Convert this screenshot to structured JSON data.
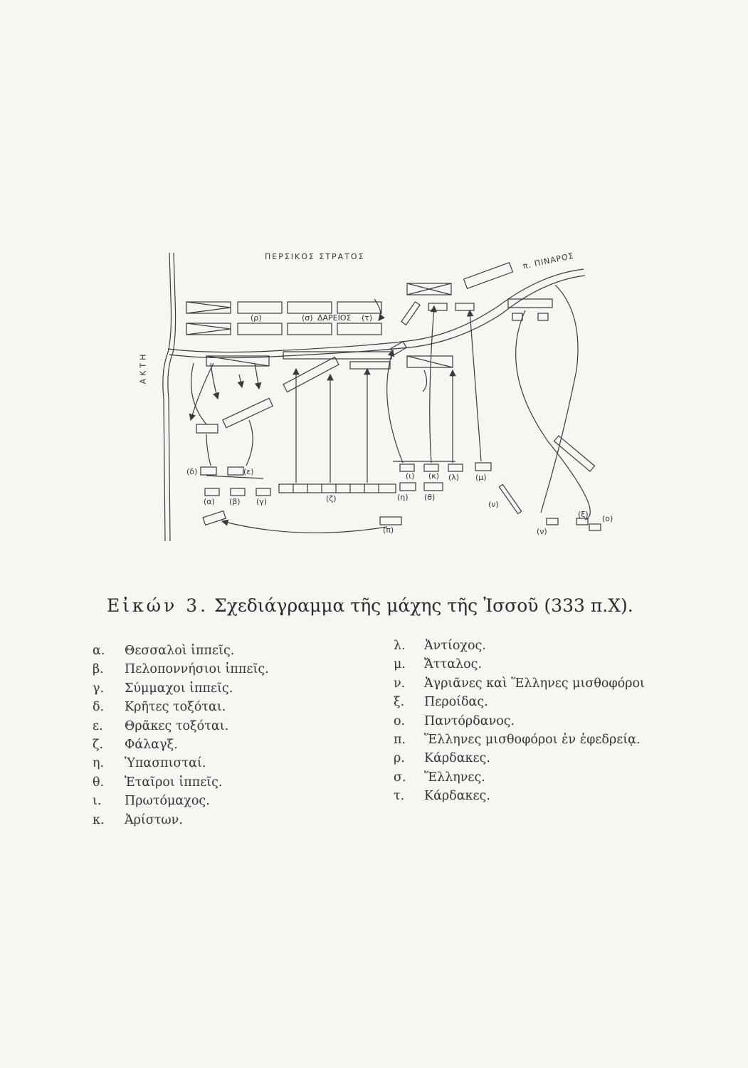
{
  "map": {
    "labels": {
      "persian_army": "ΠΕΡΣΙΚΟΣ ΣΤΡΑΤΟΣ",
      "river": "π. ΠΙΝΑΡΟΣ",
      "coast": "ΑΚΤΗ",
      "sigma": "(σ)",
      "darius": "ΔΑΡΕΙΟΣ",
      "tau": "(τ)",
      "rho": "(ρ)",
      "delta": "(δ)",
      "epsilon": "(ε)",
      "alpha": "(α)",
      "beta": "(β)",
      "gamma": "(γ)",
      "zeta": "(ζ)",
      "eta": "(η)",
      "theta": "(θ)",
      "iota": "(ι)",
      "kappa": "(κ)",
      "lambda": "(λ)",
      "mu": "(μ)",
      "nu1": "(ν)",
      "nu2": "(ν)",
      "xi": "(ξ)",
      "omicron": "(ο)",
      "pi": "(π)"
    }
  },
  "caption": {
    "prefix": "Εἰκών 3.",
    "text": "Σχεδιάγραμμα τῆς μάχης τῆς Ἰσσοῦ (333 π.Χ)."
  },
  "legend_left": [
    {
      "key": "α.",
      "value": "Θεσσαλοὶ ἱππεῖς."
    },
    {
      "key": "β.",
      "value": "Πελοποννήσιοι ἱππεῖς."
    },
    {
      "key": "γ.",
      "value": "Σύμμαχοι ἱππεῖς."
    },
    {
      "key": "δ.",
      "value": "Κρῆτες τοξόται."
    },
    {
      "key": "ε.",
      "value": "Θρᾶκες τοξόται."
    },
    {
      "key": "ζ.",
      "value": "Φάλαγξ."
    },
    {
      "key": "η.",
      "value": "Ὑπασπισταί."
    },
    {
      "key": "θ.",
      "value": "Ἑταῖροι ἱππεῖς."
    },
    {
      "key": "ι.",
      "value": "Πρωτόμαχος."
    },
    {
      "key": "κ.",
      "value": "Ἀρίστων."
    }
  ],
  "legend_right": [
    {
      "key": "λ.",
      "value": "Ἀντίοχος."
    },
    {
      "key": "μ.",
      "value": "Ἄτταλος."
    },
    {
      "key": "ν.",
      "value": "Ἀγριᾶνες καὶ Ἕλληνες μισθοφόροι"
    },
    {
      "key": "ξ.",
      "value": "Περοίδας."
    },
    {
      "key": "ο.",
      "value": "Παντόρδανος."
    },
    {
      "key": "π.",
      "value": "Ἕλληνες μισθοφόροι ἐν ἐφεδρείᾳ."
    },
    {
      "key": "ρ.",
      "value": "Κάρδακες."
    },
    {
      "key": "σ.",
      "value": "Ἕλληνες."
    },
    {
      "key": "τ.",
      "value": "Κάρδακες."
    }
  ]
}
